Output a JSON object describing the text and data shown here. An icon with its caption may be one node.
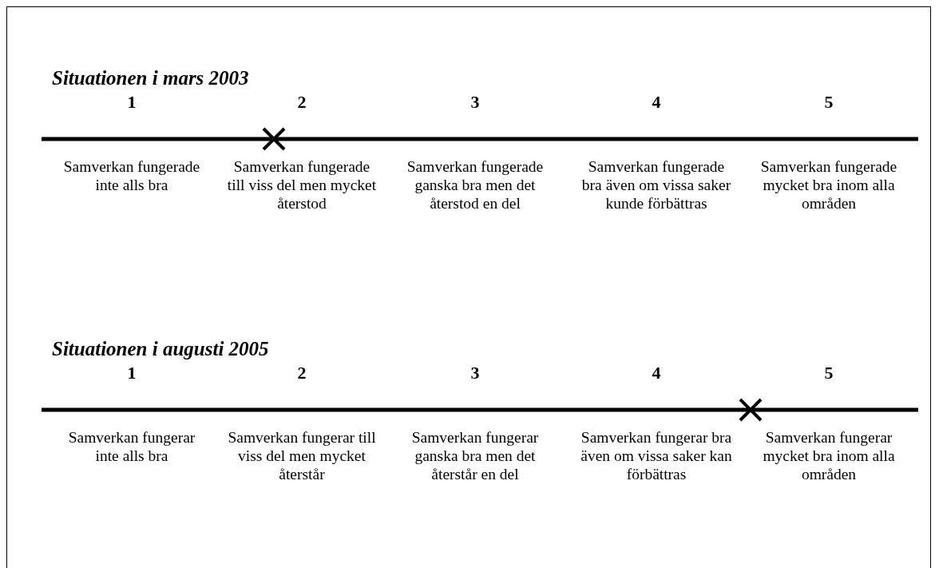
{
  "diagram": {
    "labels": [
      "Situationen i mars 2003",
      "1",
      "2",
      "3",
      "4",
      "5",
      "Samverkan fungerade inte alls bra",
      "Samverkan fungerade till viss del men mycket återstod",
      "Samverkan fungerade ganska bra men det återstod en del",
      "Samverkan fungerade bra även om vissa saker kunde förbättras",
      "Samverkan fungerade mycket bra inom alla områden",
      "Situationen i augusti 2005",
      "1",
      "2",
      "3",
      "4",
      "5",
      "Samverkan fungerar inte alls bra",
      "Samverkan fungerar till viss del men mycket återstår",
      "Samverkan fungerar ganska bra men det återstår en del",
      "Samverkan fungerar bra även om vissa saker kan förbättras",
      "Samverkan fungerar mycket bra inom alla områden"
    ]
  }
}
